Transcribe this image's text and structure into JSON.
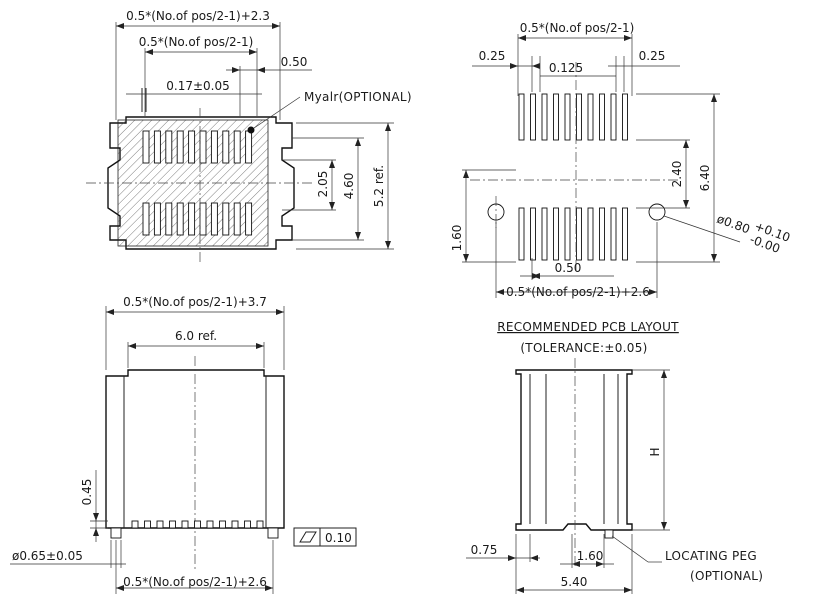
{
  "top_view": {
    "dim_overall": "0.5*(No.of pos/2-1)+2.3",
    "dim_inner": "0.5*(No.of pos/2-1)",
    "dim_pitch": "0.50",
    "dim_lead": "0.17±0.05",
    "label_mylar": "Myalr(OPTIONAL)",
    "dim_a": "2.05",
    "dim_b": "4.60",
    "dim_c": "5.2 ref."
  },
  "pcb_layout": {
    "dim_top": "0.5*(No.of pos/2-1)",
    "dim_left": "0.25",
    "dim_mid": "0.125",
    "dim_right": "0.25",
    "dim_2_40": "2.40",
    "dim_6_40": "6.40",
    "dim_1_60": "1.60",
    "dim_hole": "ø0.80",
    "dim_hole_tol_plus": "+0.10",
    "dim_hole_tol_minus": "-0.00",
    "dim_pitch": "0.50",
    "dim_bottom": "0.5*(No.of pos/2-1)+2.6"
  },
  "front_view": {
    "dim_overall": "0.5*(No.of pos/2-1)+3.7",
    "dim_ref": "6.0 ref.",
    "dim_045": "0.45",
    "dim_peg": "ø0.65±0.05",
    "dim_bottom": "0.5*(No.of pos/2-1)+2.6",
    "flatness_value": "0.10"
  },
  "side_view": {
    "title": "RECOMMENDED PCB LAYOUT",
    "tolerance": "(TOLERANCE:±0.05)",
    "dim_h": "H",
    "dim_075": "0.75",
    "dim_160": "1.60",
    "dim_540": "5.40",
    "label_peg_1": "LOCATING PEG",
    "label_peg_2": "(OPTIONAL)"
  }
}
